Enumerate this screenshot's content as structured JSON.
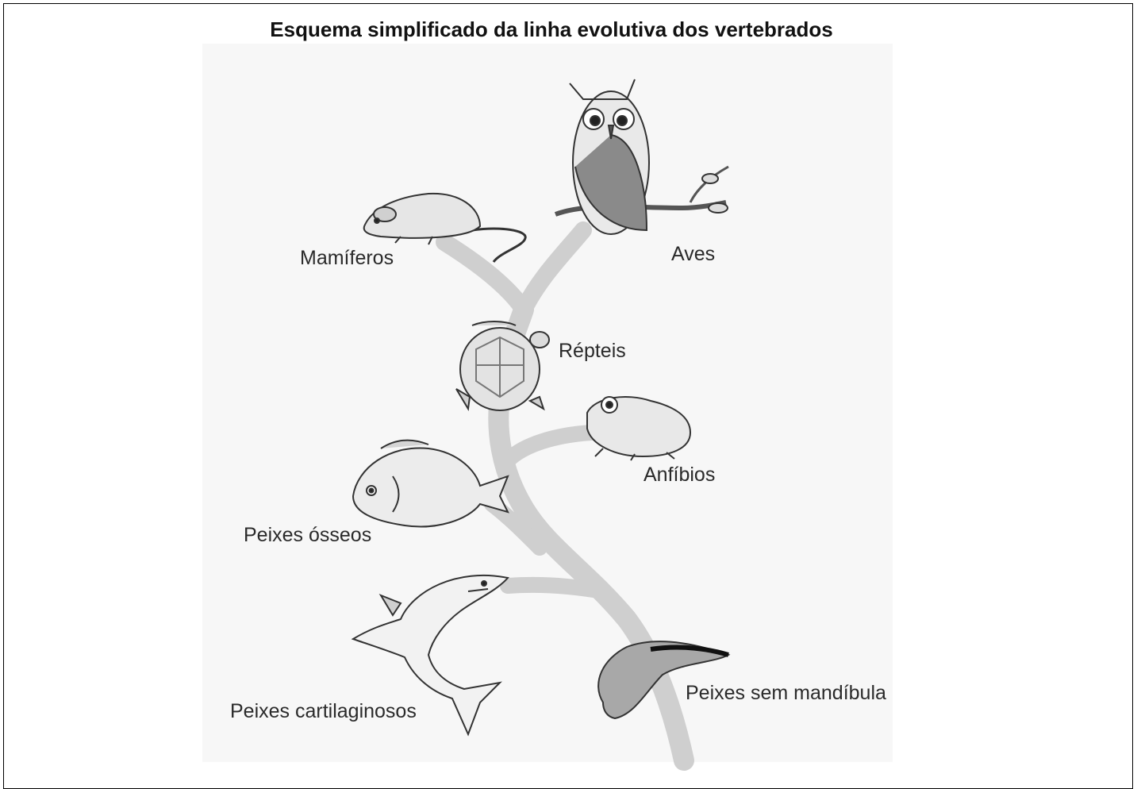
{
  "diagram": {
    "title": "Esquema simplificado da linha evolutiva dos vertebrados",
    "groups": {
      "mamiferos": "Mamíferos",
      "aves": "Aves",
      "repteis": "Répteis",
      "anfibios": "Anfíbios",
      "peixes_osseos": "Peixes ósseos",
      "peixes_cartilaginosos": "Peixes cartilaginosos",
      "peixes_sem_mandibula": "Peixes sem mandíbula"
    },
    "icons": [
      "rat-icon",
      "owl-icon",
      "turtle-icon",
      "frog-icon",
      "fish-icon",
      "shark-icon",
      "lamprey-icon"
    ],
    "colors": {
      "branch": "#cfcfcf",
      "ink": "#2a2a2a",
      "background": "#ffffff"
    }
  }
}
